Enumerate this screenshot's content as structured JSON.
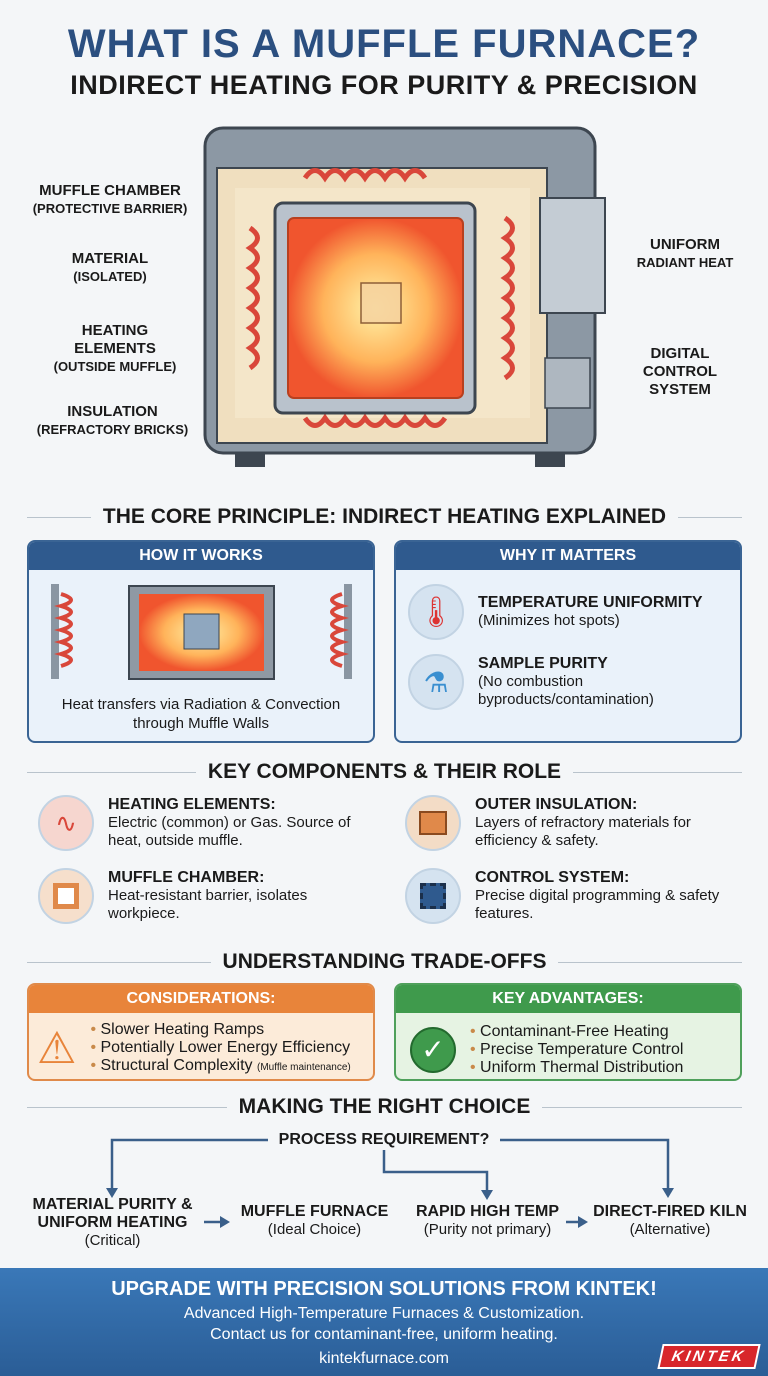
{
  "header": {
    "title": "WHAT IS A MUFFLE FURNACE?",
    "subtitle": "INDIRECT HEATING FOR PURITY & PRECISION"
  },
  "diagram": {
    "muffle_chamber": {
      "title": "MUFFLE CHAMBER",
      "sub": "(PROTECTIVE BARRIER)"
    },
    "material": {
      "title": "MATERIAL",
      "sub": "(ISOLATED)"
    },
    "heating": {
      "title": "HEATING ELEMENTS",
      "sub": "(OUTSIDE MUFFLE)"
    },
    "insulation": {
      "title": "INSULATION",
      "sub": "(REFRACTORY BRICKS)"
    },
    "uniform": {
      "title": "UNIFORM",
      "sub": "RADIANT HEAT"
    },
    "control": {
      "title": "DIGITAL CONTROL SYSTEM"
    }
  },
  "principle": {
    "heading": "THE CORE PRINCIPLE: INDIRECT HEATING EXPLAINED",
    "how": {
      "title": "HOW IT WORKS",
      "caption": "Heat transfers via Radiation & Convection through Muffle Walls"
    },
    "why": {
      "title": "WHY IT MATTERS",
      "items": [
        {
          "icon": "thermometer-icon",
          "title": "TEMPERATURE UNIFORMITY",
          "desc": "(Minimizes hot spots)"
        },
        {
          "icon": "flask-icon",
          "title": "SAMPLE PURITY",
          "desc": "(No combustion byproducts/contamination)"
        }
      ]
    }
  },
  "components": {
    "heading": "KEY COMPONENTS & THEIR ROLE",
    "items": [
      {
        "icon": "coil-icon",
        "title": "HEATING ELEMENTS:",
        "desc": "Electric (common) or Gas. Source of heat, outside muffle."
      },
      {
        "icon": "bricks-icon",
        "title": "OUTER INSULATION:",
        "desc": "Layers of refractory materials for efficiency & safety."
      },
      {
        "icon": "chamber-icon",
        "title": "MUFFLE CHAMBER:",
        "desc": "Heat-resistant barrier, isolates workpiece."
      },
      {
        "icon": "chip-icon",
        "title": "CONTROL SYSTEM:",
        "desc": "Precise digital programming & safety features."
      }
    ]
  },
  "tradeoffs": {
    "heading": "UNDERSTANDING TRADE-OFFS",
    "considerations": {
      "title": "CONSIDERATIONS:",
      "color": "#e8843a",
      "items": [
        "Slower Heating Ramps",
        "Potentially Lower Energy Efficiency",
        "Structural Complexity"
      ],
      "note": "(Muffle maintenance)"
    },
    "advantages": {
      "title": "KEY ADVANTAGES:",
      "color": "#3f9a4c",
      "items": [
        "Contaminant-Free Heating",
        "Precise Temperature Control",
        "Uniform Thermal Distribution"
      ]
    }
  },
  "choice": {
    "heading": "MAKING THE RIGHT CHOICE",
    "question": "PROCESS REQUIREMENT?",
    "purity": {
      "title": "MATERIAL PURITY & UNIFORM HEATING",
      "sub": "(Critical)"
    },
    "muffle": {
      "title": "MUFFLE FURNACE",
      "sub": "(Ideal Choice)"
    },
    "rapid": {
      "title": "RAPID HIGH TEMP",
      "sub": "(Purity not primary)"
    },
    "kiln": {
      "title": "DIRECT-FIRED KILN",
      "sub": "(Alternative)"
    }
  },
  "footer": {
    "headline": "UPGRADE WITH PRECISION SOLUTIONS FROM KINTEK!",
    "line1": "Advanced High-Temperature Furnaces & Customization.",
    "line2": "Contact us for contaminant-free, uniform heating.",
    "url": "kintekfurnace.com",
    "logo": "KINTEK"
  }
}
